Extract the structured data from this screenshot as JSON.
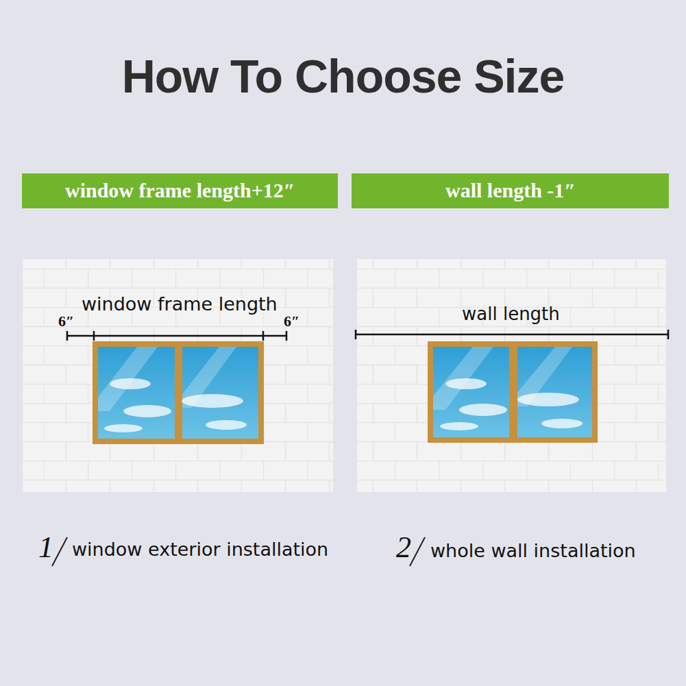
{
  "diagram": {
    "title": "How To Choose Size",
    "nodes": [
      {
        "text": [
          "window frame length+12″"
        ]
      },
      {
        "text": [
          "wall length -1″"
        ]
      },
      {
        "text": [
          "window frame length",
          "6″",
          "6″"
        ]
      },
      {
        "text": [
          "wall length"
        ]
      }
    ],
    "labels": [
      "1",
      "window exterior installation",
      "2",
      "whole wall installation"
    ]
  }
}
